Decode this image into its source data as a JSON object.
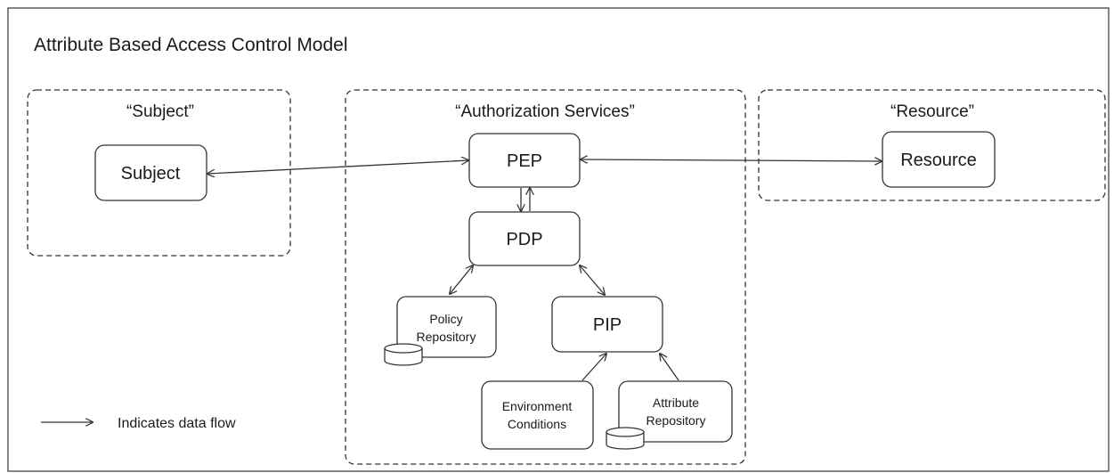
{
  "title": "Attribute Based Access Control Model",
  "groups": {
    "subject": "“Subject”",
    "authorization": "“Authorization Services”",
    "resource": "“Resource”"
  },
  "nodes": {
    "subject": "Subject",
    "pep": "PEP",
    "resource": "Resource",
    "pdp": "PDP",
    "policy_repository": [
      "Policy",
      "Repository"
    ],
    "pip": "PIP",
    "environment_conditions": [
      "Environment",
      "Conditions"
    ],
    "attribute_repository": [
      "Attribute",
      "Repository"
    ]
  },
  "legend": {
    "label": "Indicates data flow"
  },
  "colors": {
    "stroke": "#333333",
    "text": "#1a1a1a",
    "background": "#ffffff"
  }
}
